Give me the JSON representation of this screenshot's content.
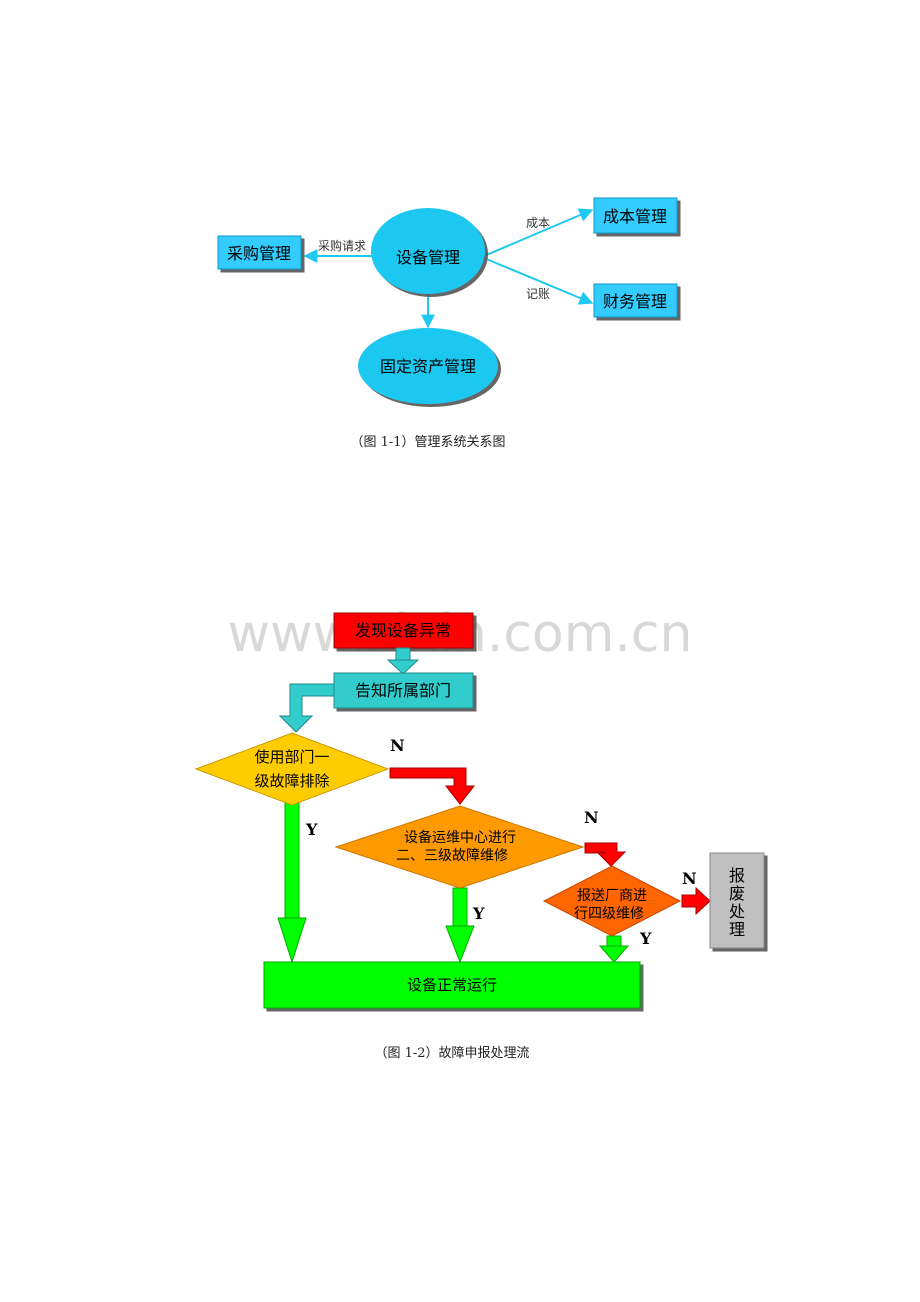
{
  "diagram1": {
    "center": "设备管理",
    "purchase": "采购管理",
    "purchase_edge": "采购请求",
    "cost": "成本管理",
    "cost_edge": "成本",
    "finance": "财务管理",
    "finance_edge": "记账",
    "fixed_assets": "固定资产管理",
    "caption": "（图 1-1）管理系统关系图"
  },
  "watermark": "www.zixin.com.cn",
  "diagram2": {
    "discover": "发现设备异常",
    "notify": "告知所属部门",
    "level1_line1": "使用部门一",
    "level1_line2": "级故障排除",
    "level23_line1": "设备运维中心进行",
    "level23_line2": "二、三级故障维修",
    "level4_line1": "报送厂商进",
    "level4_line2": "行四级维修",
    "scrap_1": "报",
    "scrap_2": "废",
    "scrap_3": "处",
    "scrap_4": "理",
    "normal": "设备正常运行",
    "no": "N",
    "yes": "Y",
    "caption": "（图 1-2）故障申报处理流"
  },
  "colors": {
    "bubble": "#1ec8f0",
    "box_cyan": "#33ccff",
    "red": "#ff0000",
    "teal": "#33cccc",
    "yellow": "#ffcc00",
    "orange": "#ff9900",
    "dark_orange": "#ff6600",
    "gray": "#c0c0c0",
    "green": "#00ff00"
  }
}
